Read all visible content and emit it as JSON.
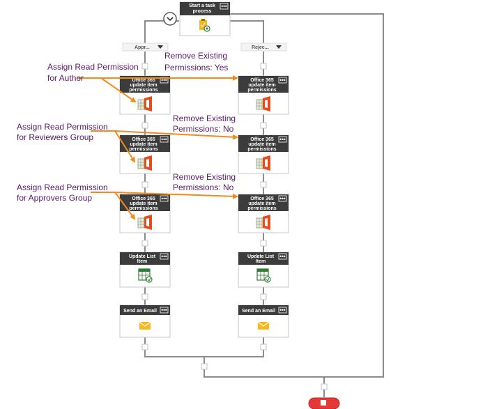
{
  "start_node": {
    "title_line1": "Start a task",
    "title_line2": "process"
  },
  "branches": [
    {
      "label": "Appr..."
    },
    {
      "label": "Rejec..."
    }
  ],
  "actions": {
    "perm_line1": "Office 365",
    "perm_line2": "update item",
    "perm_line3": "permissions",
    "update_line1": "Update List",
    "update_line2": "Item",
    "email_title": "Send an Email"
  },
  "menu_glyph": "•••",
  "annotations": {
    "author_line1": "Assign Read Permission",
    "author_line2": "for Author",
    "reviewers_line1": "Assign Read Permission",
    "reviewers_line2": "for Reviewers Group",
    "approvers_line1": "Assign Read Permission",
    "approvers_line2": "for Approvers Group",
    "remove_yes_line1": "Remove Existing",
    "remove_yes_line2": "Permissions: Yes",
    "remove_no1_line1": "Remove Existing",
    "remove_no1_line2": "Permissions: No",
    "remove_no2_line1": "Remove Existing",
    "remove_no2_line2": "Permissions: No"
  },
  "colors": {
    "arrow": "#f28a1c",
    "annotation_text": "#5a1a6a",
    "node_header": "#3c3c3c",
    "connector_line": "#8c8c8c",
    "stop": "#e53935"
  }
}
